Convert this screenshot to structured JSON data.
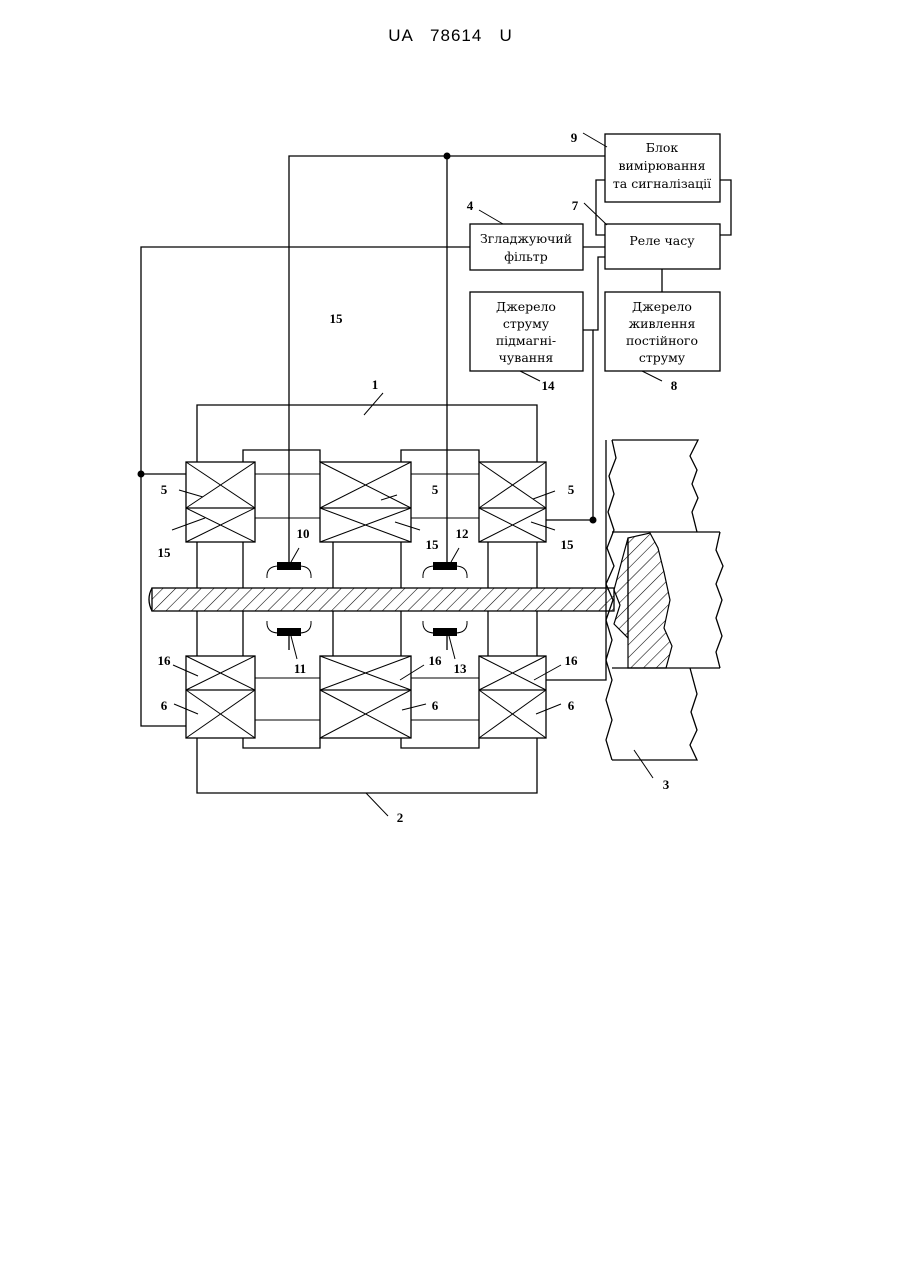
{
  "header": {
    "doc_number": "UA   78614   U"
  },
  "blocks": {
    "b9": [
      "Блок",
      "вимірювання",
      "та сигналізації"
    ],
    "b4": [
      "Згладжуючий",
      "фільтр"
    ],
    "b7": [
      "Реле часу"
    ],
    "b14": [
      "Джерело",
      "струму",
      "підмагні-",
      "чування"
    ],
    "b8": [
      "Джерело",
      "живлення",
      "постійного",
      "струму"
    ]
  },
  "labels": {
    "n1": "1",
    "n2": "2",
    "n3": "3",
    "n4": "4",
    "n5": "5",
    "n6": "6",
    "n7": "7",
    "n8": "8",
    "n9": "9",
    "n10": "10",
    "n11": "11",
    "n12": "12",
    "n13": "13",
    "n14": "14",
    "n15": "15",
    "n16": "16"
  }
}
